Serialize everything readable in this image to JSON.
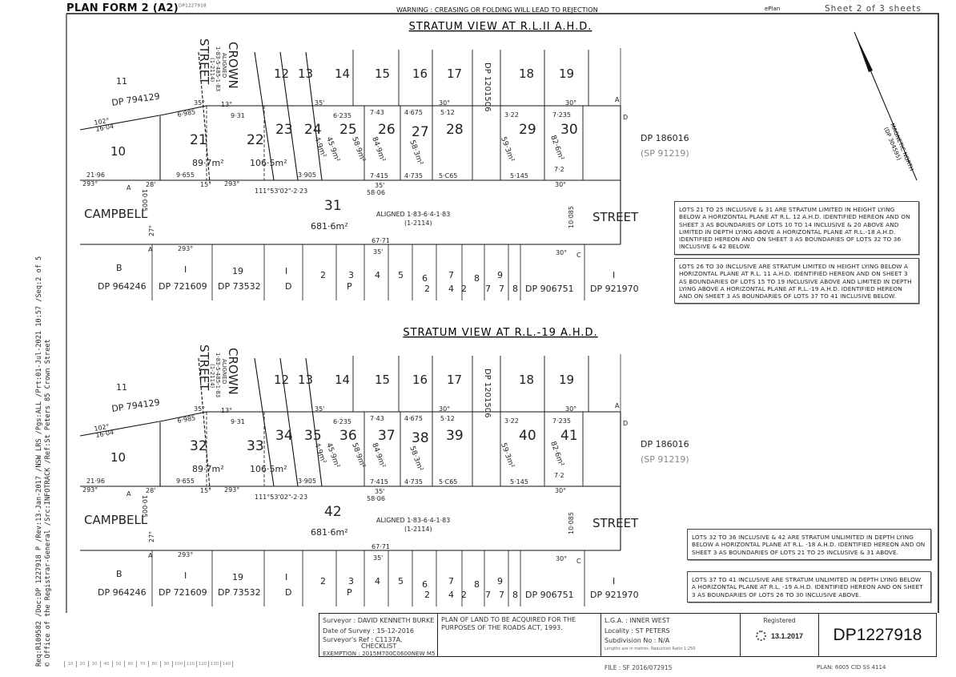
{
  "header": {
    "form_title": "PLAN FORM 2 (A2)",
    "form_ref": "DP1227918",
    "warning": "WARNING : CREASING OR FOLDING WILL LEAD TO REJECTION",
    "eplan": "ePlan",
    "sheet": "Sheet  2  of  3  sheets"
  },
  "north_arrow": {
    "label": "MAGNETIC NORTH",
    "ref": "(DP 304595)"
  },
  "views": [
    {
      "title": "STRATUM VIEW AT R.L.II A.H.D.",
      "labels": [
        "11",
        "DP 794129",
        "CROWN",
        "STREET",
        "ALIGNED",
        "1·83-5·485-1·83",
        "(1-2114)",
        "12",
        "13",
        "14",
        "15",
        "16",
        "17",
        "18",
        "19",
        "DP 1201506",
        "10",
        "21",
        "22",
        "23",
        "24",
        "25",
        "26",
        "27",
        "28",
        "29",
        "30",
        "89·7m²",
        "106·5m²",
        "4·9m²",
        "45·9m²",
        "58·9m²",
        "84·9m²",
        "58·3m²",
        "59·3m²",
        "82·6m²",
        "DP 186016",
        "(SP 91219)",
        "CAMPBELL",
        "31",
        "681·6m²",
        "ALIGNED 1·83-6·4-1·83",
        "(1-2114)",
        "STREET",
        "B",
        "DP 964246",
        "I",
        "DP 721609",
        "19",
        "DP 73532",
        "I",
        "D",
        "2",
        "3",
        "P",
        "4",
        "5",
        "6",
        "2",
        "7",
        "4",
        "8",
        "2",
        "9",
        "7",
        "7",
        "8",
        "DP 906751",
        "I",
        "DP 921970",
        "35°",
        "6·985",
        "102°",
        "16·04",
        "13°",
        "9·31",
        "35'",
        "6·235",
        "7·43",
        "4·675",
        "5·12",
        "30°",
        "3·22",
        "7·235",
        "30°",
        "A",
        "D",
        "293°",
        "A",
        "28'",
        "21·96",
        "9·655",
        "15°",
        "293°",
        "111°53'02\"-2·23",
        "3·905",
        "7·415",
        "4·735",
        "5·C65",
        "5·145",
        "7·2",
        "30°",
        "35'",
        "58·06",
        "67·71",
        "35'",
        "293°",
        "A",
        "30°",
        "C",
        "10·085",
        "10·005",
        "27°"
      ],
      "notes": [
        "LOTS 21 TO 25 INCLUSIVE & 31 ARE STRATUM LIMITED IN HEIGHT LYING BELOW A HORIZONTAL PLANE AT R.L. 12 A.H.D. IDENTIFIED HEREON AND ON SHEET 3 AS BOUNDARIES OF LOTS 10 TO 14 INCLUSIVE & 20 ABOVE AND LIMITED IN DEPTH LYING ABOVE A HORIZONTAL PLANE AT R.L.-18 A.H.D. IDENTIFIED HEREON AND ON SHEET 3 AS BOUNDARIES OF LOTS 32 TO 36 INCLUSIVE & 42 BELOW.",
        "LOTS 26 TO 30 INCLUSIVE ARE STRATUM LIMITED IN HEIGHT LYING BELOW A HORIZONTAL PLANE AT R.L. 11 A.H.D. IDENTIFIED HEREON AND ON SHEET 3 AS BOUNDARIES OF LOTS 15 TO 19 INCLUSIVE ABOVE AND LIMITED IN DEPTH LYING ABOVE A HORIZONTAL PLANE AT R.L.-19 A.H.D. IDENTIFIED HEREON AND ON SHEET 3 AS BOUNDARIES OF LOTS 37 TO 41 INCLUSIVE BELOW."
      ]
    },
    {
      "title": "STRATUM VIEW AT R.L.-19 A.H.D.",
      "labels": [
        "11",
        "DP 794129",
        "CROWN",
        "STREET",
        "ALIGNED",
        "1·83-5·485-1·83",
        "(1-2114)",
        "12",
        "13",
        "14",
        "15",
        "16",
        "17",
        "18",
        "19",
        "DP 1201506",
        "10",
        "32",
        "33",
        "34",
        "35",
        "36",
        "37",
        "38",
        "39",
        "40",
        "41",
        "89·7m²",
        "106·5m²",
        "4·9m²",
        "45·9m²",
        "58·9m²",
        "84·9m²",
        "58·3m²",
        "59·3m²",
        "82·6m²",
        "DP 186016",
        "(SP 91219)",
        "CAMPBELL",
        "42",
        "681·6m²",
        "ALIGNED 1·83-6·4-1·83",
        "(1-2114)",
        "STREET",
        "B",
        "DP 964246",
        "I",
        "DP 721609",
        "19",
        "DP 73532",
        "I",
        "D",
        "2",
        "3",
        "P",
        "4",
        "5",
        "6",
        "2",
        "7",
        "4",
        "8",
        "2",
        "9",
        "7",
        "7",
        "8",
        "DP 906751",
        "I",
        "DP 921970",
        "35°",
        "6·985",
        "102°",
        "16·04",
        "13°",
        "9·31",
        "35'",
        "6·235",
        "7·43",
        "4·675",
        "5·12",
        "30°",
        "3·22",
        "7·235",
        "30°",
        "A",
        "D",
        "293°",
        "A",
        "28'",
        "21·96",
        "9·655",
        "15°",
        "293°",
        "111°53'02\"-2·23",
        "3·905",
        "7·415",
        "4·735",
        "5·C65",
        "5·145",
        "7·2",
        "30°",
        "35'",
        "58·06",
        "67·71",
        "35'",
        "293°",
        "A",
        "30°",
        "C",
        "10·085",
        "10·005",
        "27°"
      ],
      "notes": [
        "LOTS 32 TO 36 INCLUSIVE & 42 ARE STRATUM UNLIMITED IN DEPTH LYING BELOW A HORIZONTAL PLANE AT R.L. -18 A.H.D. IDENTIFIED HEREON AND ON SHEET 3 AS BOUNDARIES OF LOTS 21 TO 25 INCLUSIVE & 31 ABOVE.",
        "LOTS 37 TO 41 INCLUSIVE ARE STRATUM UNLIMITED IN DEPTH LYING BELOW A HORIZONTAL PLANE AT R.L. -19 A.H.D. IDENTIFIED HEREON AND ON SHEET 3 AS BOUNDARIES OF LOTS 26 TO 30 INCLUSIVE ABOVE."
      ]
    }
  ],
  "panel": {
    "surveyor": "Surveyor : DAVID KENNETH BURKE",
    "date_of_survey": "Date of Survey : 15-12-2016",
    "surveyors_ref": "Surveyor's Ref : C1137A,",
    "checklist": "CHECKLIST",
    "exemption": "EXEMPTION : 2015M700C0600NEW M5",
    "purpose": "PLAN OF LAND TO BE ACQUIRED FOR THE PURPOSES OF THE ROADS ACT, 1993.",
    "lga": "L.G.A. : INNER WEST",
    "locality": "Locality :  ST PETERS",
    "subdivision": "Subdivision No : N/A",
    "lengths": "Lengths are in metres. Reduction Ratio 1:250",
    "registered_label": "Registered",
    "registered_date": "13.1.2017",
    "plan_number": "DP1227918",
    "file": "FILE : SF 2016/072915",
    "plan_ref": "PLAN: 6005  CID SS 4114"
  },
  "margin": {
    "line1": "Req:R109582 /Doc:DP 1227918 P /Rev:13-Jan-2017 /NSW LRS /Pgs:ALL /Prt:01-Jul-2021 10:57 /Seq:2 of 5",
    "line2": "© Office of the Registrar-General /Src:INFOTRACK /Ref:St Peters 85 Crown Street"
  },
  "ruler": [
    "10",
    "20",
    "30",
    "40",
    "50",
    "60",
    "70",
    "80",
    "90",
    "100",
    "110",
    "120",
    "130",
    "140"
  ]
}
